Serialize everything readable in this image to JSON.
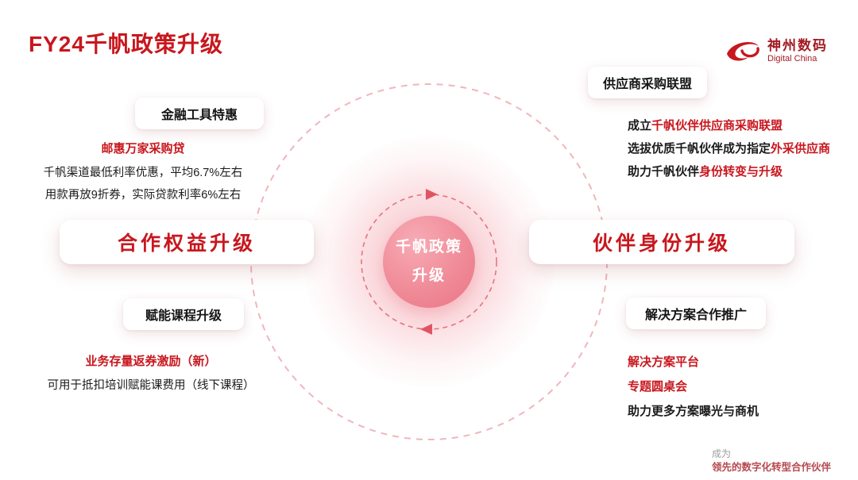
{
  "title": "FY24千帆政策升级",
  "logo": {
    "cn": "神州数码",
    "en": "Digital China"
  },
  "center": {
    "line1": "千帆政策",
    "line2": "升级"
  },
  "left": {
    "finance": {
      "card": "金融工具特惠",
      "highlight": "邮惠万家采购贷",
      "line1": "千帆渠道最低利率优惠，平均6.7%左右",
      "line2": "用款再放9折券，实际贷款利率6%左右"
    },
    "main": "合作权益升级",
    "course": {
      "card": "赋能课程升级",
      "highlight": "业务存量返券激励（新）",
      "line1": "可用于抵扣培训赋能课费用（线下课程）"
    }
  },
  "right": {
    "supplier": {
      "card": "供应商采购联盟",
      "lines": [
        {
          "black": "成立",
          "red": "千帆伙伴供应商采购联盟"
        },
        {
          "black": "选拔优质千帆伙伴成为指定",
          "red": "外采供应商"
        },
        {
          "black": "助力千帆伙伴",
          "red": "身份转变与升级"
        }
      ]
    },
    "main": "伙伴身份升级",
    "solution": {
      "card": "解决方案合作推广",
      "highlight1": "解决方案平台",
      "highlight2": "专题圆桌会",
      "line1": "助力更多方案曝光与商机"
    }
  },
  "footer": {
    "line1": "成为",
    "line2": "领先的数字化转型合作伙伴"
  },
  "colors": {
    "brand_red": "#c8171e",
    "core_pink": "#f08b98",
    "ring_pink": "#e8737f",
    "dash_light": "#efb6bc",
    "footer_gray": "#9c9c9c"
  }
}
